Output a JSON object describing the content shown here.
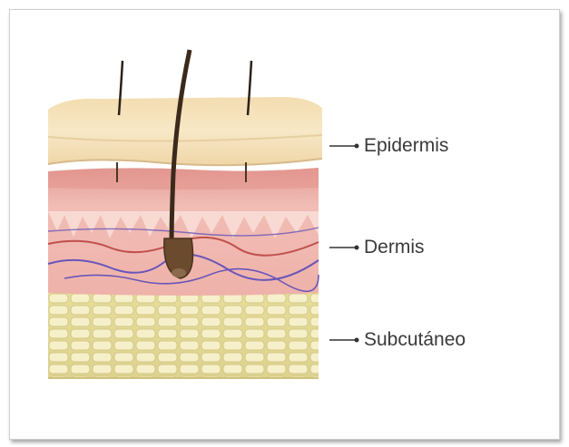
{
  "labels": {
    "epidermis": "Epidermis",
    "dermis": "Dermis",
    "subcutaneous": "Subcutáneo"
  },
  "colors": {
    "epidermis": "#f6e3be",
    "dermis": "#eeb0a9",
    "dermis_dark": "#e29890",
    "papillae": "#f8ddd6",
    "subcutaneous": "#e8e0a6",
    "fat_cells": "#f7f2cf",
    "hair": "#3b2a1c",
    "follicle_bulb": "#6b4a2e",
    "vessel": "#6a55b8",
    "vessel_red": "#c0504d",
    "leader_line": "#333333"
  },
  "icons": {
    "hair": "hair-strand-icon",
    "leader": "leader-dot-icon"
  }
}
